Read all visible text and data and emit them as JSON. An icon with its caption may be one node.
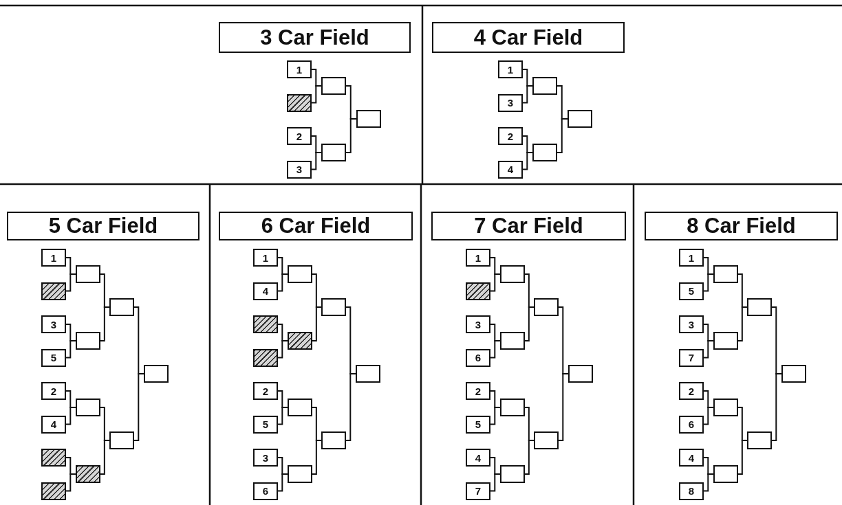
{
  "diagram": {
    "nodes": [
      {
        "text": [
          "3 Car Field"
        ]
      },
      {
        "text": [
          "1"
        ]
      },
      {
        "text": [],
        "shape": "hatched"
      },
      {
        "text": [
          "2"
        ]
      },
      {
        "text": [
          "3"
        ]
      },
      {
        "text": [],
        "shape": "box"
      },
      {
        "text": [],
        "shape": "box"
      },
      {
        "text": [],
        "shape": "box"
      },
      {
        "text": [
          "4 Car Field"
        ]
      },
      {
        "text": [
          "1"
        ]
      },
      {
        "text": [
          "3"
        ]
      },
      {
        "text": [
          "2"
        ]
      },
      {
        "text": [
          "4"
        ]
      },
      {
        "text": [],
        "shape": "box"
      },
      {
        "text": [],
        "shape": "box"
      },
      {
        "text": [],
        "shape": "box"
      },
      {
        "text": [
          "5 Car Field"
        ]
      },
      {
        "text": [
          "1"
        ]
      },
      {
        "text": [],
        "shape": "hatched"
      },
      {
        "text": [
          "3"
        ]
      },
      {
        "text": [
          "5"
        ]
      },
      {
        "text": [
          "2"
        ]
      },
      {
        "text": [
          "4"
        ]
      },
      {
        "text": [],
        "shape": "hatched"
      },
      {
        "text": [],
        "shape": "hatched"
      },
      {
        "text": [],
        "shape": "box"
      },
      {
        "text": [],
        "shape": "box"
      },
      {
        "text": [],
        "shape": "box"
      },
      {
        "text": [],
        "shape": "hatched"
      },
      {
        "text": [],
        "shape": "box"
      },
      {
        "text": [],
        "shape": "box"
      },
      {
        "text": [],
        "shape": "box"
      },
      {
        "text": [
          "6 Car Field"
        ]
      },
      {
        "text": [
          "1"
        ]
      },
      {
        "text": [
          "4"
        ]
      },
      {
        "text": [],
        "shape": "hatched"
      },
      {
        "text": [],
        "shape": "hatched"
      },
      {
        "text": [
          "2"
        ]
      },
      {
        "text": [
          "5"
        ]
      },
      {
        "text": [
          "3"
        ]
      },
      {
        "text": [
          "6"
        ]
      },
      {
        "text": [],
        "shape": "box"
      },
      {
        "text": [],
        "shape": "hatched"
      },
      {
        "text": [],
        "shape": "box"
      },
      {
        "text": [],
        "shape": "box"
      },
      {
        "text": [],
        "shape": "box"
      },
      {
        "text": [],
        "shape": "box"
      },
      {
        "text": [],
        "shape": "box"
      },
      {
        "text": [
          "7 Car Field"
        ]
      },
      {
        "text": [
          "1"
        ]
      },
      {
        "text": [],
        "shape": "hatched"
      },
      {
        "text": [
          "3"
        ]
      },
      {
        "text": [
          "6"
        ]
      },
      {
        "text": [
          "2"
        ]
      },
      {
        "text": [
          "5"
        ]
      },
      {
        "text": [
          "4"
        ]
      },
      {
        "text": [
          "7"
        ]
      },
      {
        "text": [],
        "shape": "box"
      },
      {
        "text": [],
        "shape": "box"
      },
      {
        "text": [],
        "shape": "box"
      },
      {
        "text": [],
        "shape": "box"
      },
      {
        "text": [],
        "shape": "box"
      },
      {
        "text": [],
        "shape": "box"
      },
      {
        "text": [],
        "shape": "box"
      },
      {
        "text": [
          "8 Car Field"
        ]
      },
      {
        "text": [
          "1"
        ]
      },
      {
        "text": [
          "5"
        ]
      },
      {
        "text": [
          "3"
        ]
      },
      {
        "text": [
          "7"
        ]
      },
      {
        "text": [
          "2"
        ]
      },
      {
        "text": [
          "6"
        ]
      },
      {
        "text": [
          "4"
        ]
      },
      {
        "text": [
          "8"
        ]
      },
      {
        "text": [],
        "shape": "box"
      },
      {
        "text": [],
        "shape": "box"
      },
      {
        "text": [],
        "shape": "box"
      },
      {
        "text": [],
        "shape": "box"
      },
      {
        "text": [],
        "shape": "box"
      },
      {
        "text": [],
        "shape": "box"
      },
      {
        "text": [],
        "shape": "box"
      }
    ],
    "edges": [
      {
        "from": 1,
        "to": 5,
        "arrow": "none"
      },
      {
        "from": 2,
        "to": 5,
        "arrow": "none"
      },
      {
        "from": 3,
        "to": 6,
        "arrow": "none"
      },
      {
        "from": 4,
        "to": 6,
        "arrow": "none"
      },
      {
        "from": 5,
        "to": 7,
        "arrow": "none"
      },
      {
        "from": 6,
        "to": 7,
        "arrow": "none"
      },
      {
        "from": 9,
        "to": 13,
        "arrow": "none"
      },
      {
        "from": 10,
        "to": 13,
        "arrow": "none"
      },
      {
        "from": 11,
        "to": 14,
        "arrow": "none"
      },
      {
        "from": 12,
        "to": 14,
        "arrow": "none"
      },
      {
        "from": 13,
        "to": 15,
        "arrow": "none"
      },
      {
        "from": 14,
        "to": 15,
        "arrow": "none"
      },
      {
        "from": 17,
        "to": 25,
        "arrow": "none"
      },
      {
        "from": 18,
        "to": 25,
        "arrow": "none"
      },
      {
        "from": 19,
        "to": 26,
        "arrow": "none"
      },
      {
        "from": 20,
        "to": 26,
        "arrow": "none"
      },
      {
        "from": 21,
        "to": 27,
        "arrow": "none"
      },
      {
        "from": 22,
        "to": 27,
        "arrow": "none"
      },
      {
        "from": 23,
        "to": 28,
        "arrow": "none"
      },
      {
        "from": 24,
        "to": 28,
        "arrow": "none"
      },
      {
        "from": 25,
        "to": 29,
        "arrow": "none"
      },
      {
        "from": 26,
        "to": 29,
        "arrow": "none"
      },
      {
        "from": 27,
        "to": 30,
        "arrow": "none"
      },
      {
        "from": 28,
        "to": 30,
        "arrow": "none"
      },
      {
        "from": 29,
        "to": 31,
        "arrow": "none"
      },
      {
        "from": 30,
        "to": 31,
        "arrow": "none"
      },
      {
        "from": 33,
        "to": 41,
        "arrow": "none"
      },
      {
        "from": 34,
        "to": 41,
        "arrow": "none"
      },
      {
        "from": 35,
        "to": 42,
        "arrow": "none"
      },
      {
        "from": 36,
        "to": 42,
        "arrow": "none"
      },
      {
        "from": 37,
        "to": 43,
        "arrow": "none"
      },
      {
        "from": 38,
        "to": 43,
        "arrow": "none"
      },
      {
        "from": 39,
        "to": 44,
        "arrow": "none"
      },
      {
        "from": 40,
        "to": 44,
        "arrow": "none"
      },
      {
        "from": 41,
        "to": 45,
        "arrow": "none"
      },
      {
        "from": 42,
        "to": 45,
        "arrow": "none"
      },
      {
        "from": 43,
        "to": 46,
        "arrow": "none"
      },
      {
        "from": 44,
        "to": 46,
        "arrow": "none"
      },
      {
        "from": 45,
        "to": 47,
        "arrow": "none"
      },
      {
        "from": 46,
        "to": 47,
        "arrow": "none"
      },
      {
        "from": 49,
        "to": 57,
        "arrow": "none"
      },
      {
        "from": 50,
        "to": 57,
        "arrow": "none"
      },
      {
        "from": 51,
        "to": 58,
        "arrow": "none"
      },
      {
        "from": 52,
        "to": 58,
        "arrow": "none"
      },
      {
        "from": 53,
        "to": 59,
        "arrow": "none"
      },
      {
        "from": 54,
        "to": 59,
        "arrow": "none"
      },
      {
        "from": 55,
        "to": 60,
        "arrow": "none"
      },
      {
        "from": 56,
        "to": 60,
        "arrow": "none"
      },
      {
        "from": 57,
        "to": 61,
        "arrow": "none"
      },
      {
        "from": 58,
        "to": 61,
        "arrow": "none"
      },
      {
        "from": 59,
        "to": 62,
        "arrow": "none"
      },
      {
        "from": 60,
        "to": 62,
        "arrow": "none"
      },
      {
        "from": 61,
        "to": 63,
        "arrow": "none"
      },
      {
        "from": 62,
        "to": 63,
        "arrow": "none"
      },
      {
        "from": 65,
        "to": 73,
        "arrow": "none"
      },
      {
        "from": 66,
        "to": 73,
        "arrow": "none"
      },
      {
        "from": 67,
        "to": 74,
        "arrow": "none"
      },
      {
        "from": 68,
        "to": 74,
        "arrow": "none"
      },
      {
        "from": 69,
        "to": 75,
        "arrow": "none"
      },
      {
        "from": 70,
        "to": 75,
        "arrow": "none"
      },
      {
        "from": 71,
        "to": 76,
        "arrow": "none"
      },
      {
        "from": 72,
        "to": 76,
        "arrow": "none"
      },
      {
        "from": 73,
        "to": 77,
        "arrow": "none"
      },
      {
        "from": 74,
        "to": 77,
        "arrow": "none"
      },
      {
        "from": 75,
        "to": 78,
        "arrow": "none"
      },
      {
        "from": 76,
        "to": 78,
        "arrow": "none"
      },
      {
        "from": 77,
        "to": 79,
        "arrow": "none"
      },
      {
        "from": 78,
        "to": 79,
        "arrow": "none"
      }
    ]
  }
}
